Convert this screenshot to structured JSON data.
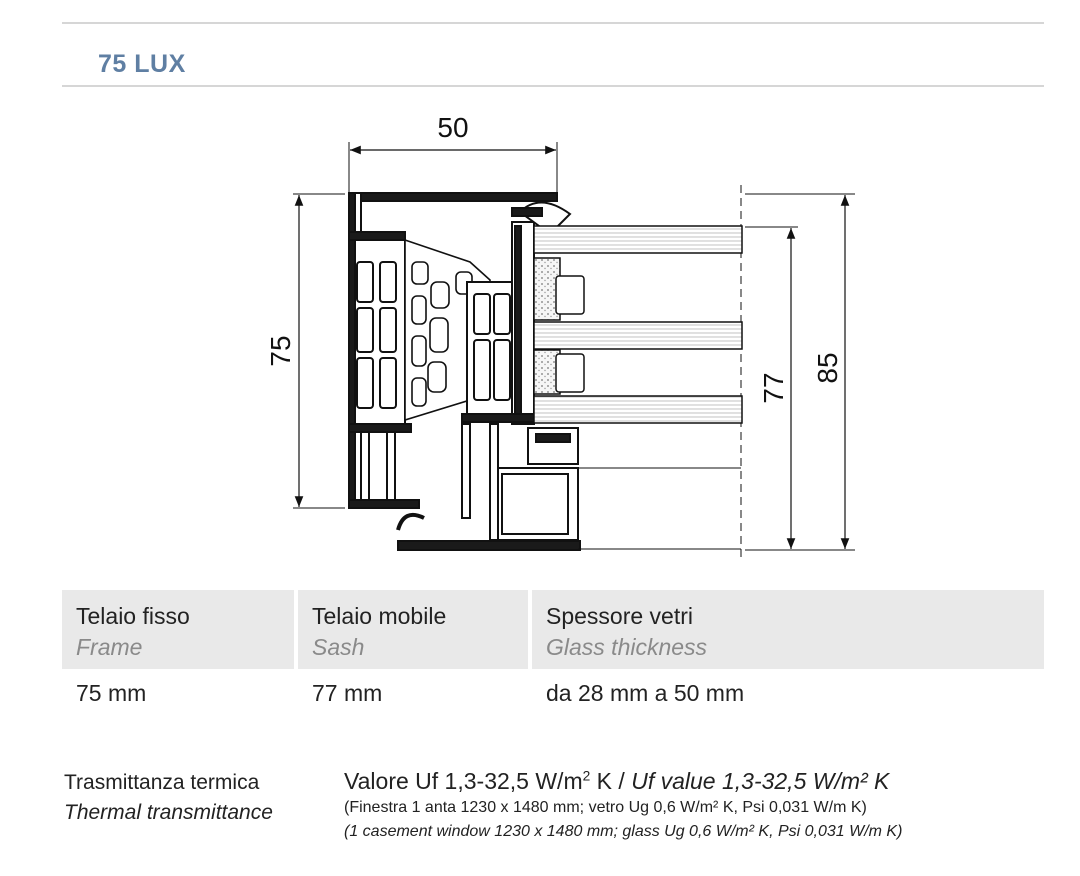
{
  "product": {
    "title": "75 LUX"
  },
  "colors": {
    "title": "#5f7fa3",
    "header_bg": "#e9e9e9",
    "italic_grey": "#8a8a8a",
    "text": "#222222"
  },
  "drawing": {
    "dim_top": "50",
    "dim_left": "75",
    "dim_right_inner": "77",
    "dim_right_outer": "85"
  },
  "specs": {
    "columns": [
      {
        "label": "Telaio fisso",
        "label_en": "Frame",
        "value": "75 mm"
      },
      {
        "label": "Telaio mobile",
        "label_en": "Sash",
        "value": "77 mm"
      },
      {
        "label": "Spessore vetri",
        "label_en": "Glass thickness",
        "value": "da 28 mm a 50 mm"
      }
    ]
  },
  "thermal": {
    "label": "Trasmittanza termica",
    "label_en": "Thermal transmittance",
    "value_prefix": "Valore Uf 1,3-32,5 W/m",
    "value_unit_sup": "2",
    "value_mid": " K / ",
    "value_en": "Uf value 1,3-32,5 W/m² K",
    "note": "(Finestra 1 anta 1230 x 1480 mm; vetro Ug 0,6 W/m² K, Psi 0,031 W/m K)",
    "note_en": "(1 casement window 1230 x 1480 mm; glass Ug 0,6 W/m² K, Psi 0,031 W/m K)"
  }
}
